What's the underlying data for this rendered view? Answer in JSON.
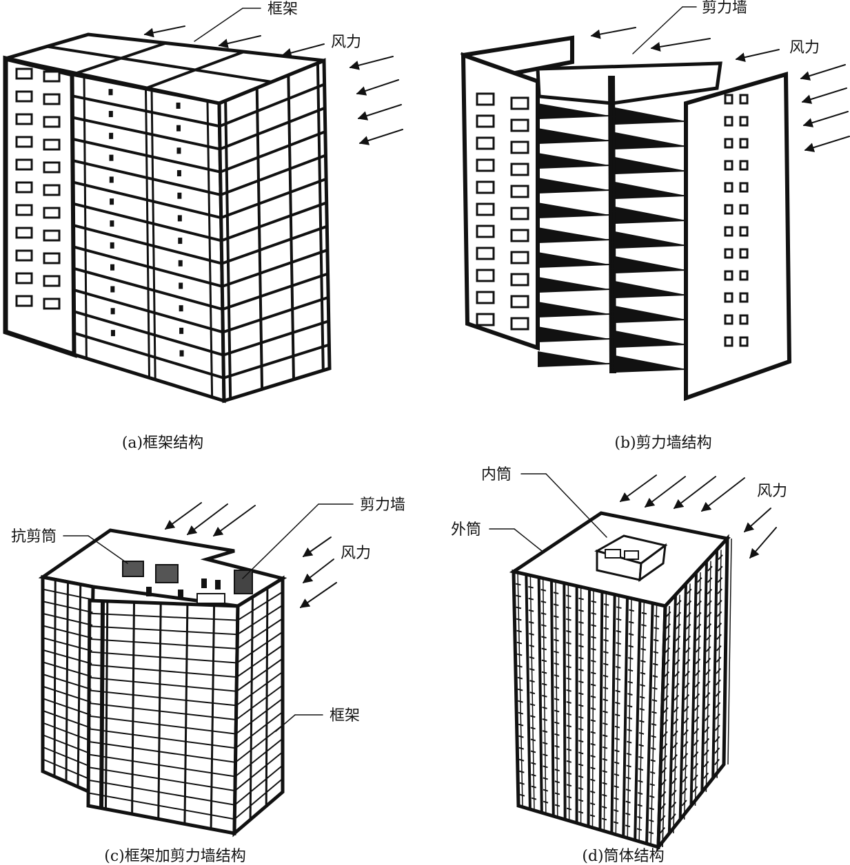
{
  "panel_a": {
    "caption": "(a)框架结构",
    "frame_label": "框架",
    "wind_label": "风力"
  },
  "panel_b": {
    "caption": "(b)剪力墙结构",
    "shear_wall_label": "剪力墙",
    "wind_label": "风力"
  },
  "panel_c": {
    "caption": "(c)框架加剪力墙结构",
    "shear_wall_label": "剪力墙",
    "shear_core_label": "抗剪筒",
    "wind_label": "风力",
    "frame_label": "框架"
  },
  "panel_d": {
    "caption": "(d)筒体结构",
    "inner_tube_label": "内筒",
    "outer_tube_label": "外筒",
    "wind_label": "风力"
  }
}
